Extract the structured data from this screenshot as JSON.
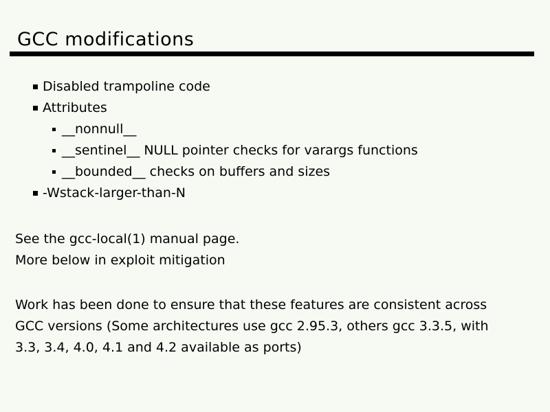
{
  "slide": {
    "title": "GCC modifications",
    "bullets": [
      {
        "level": 1,
        "text": "Disabled trampoline code"
      },
      {
        "level": 1,
        "text": "Attributes"
      },
      {
        "level": 2,
        "text": "__nonnull__"
      },
      {
        "level": 2,
        "text": "__sentinel__ NULL pointer checks for varargs functions"
      },
      {
        "level": 2,
        "text": "__bounded__ checks on buffers and sizes"
      },
      {
        "level": 1,
        "text": "-Wstack-larger-than-N"
      }
    ],
    "notes_lines": [
      "See the gcc-local(1) manual page.",
      "More below in exploit mitigation"
    ],
    "consistency_lines": [
      "Work has been done to ensure that these features are consistent across",
      "GCC versions (Some architectures use gcc 2.95.3, others gcc 3.3.5, with",
      "3.3, 3.4, 4.0, 4.1 and 4.2 available as ports)"
    ],
    "colors": {
      "background": "#f6faf3",
      "text": "#000000",
      "rule": "#000000"
    }
  }
}
